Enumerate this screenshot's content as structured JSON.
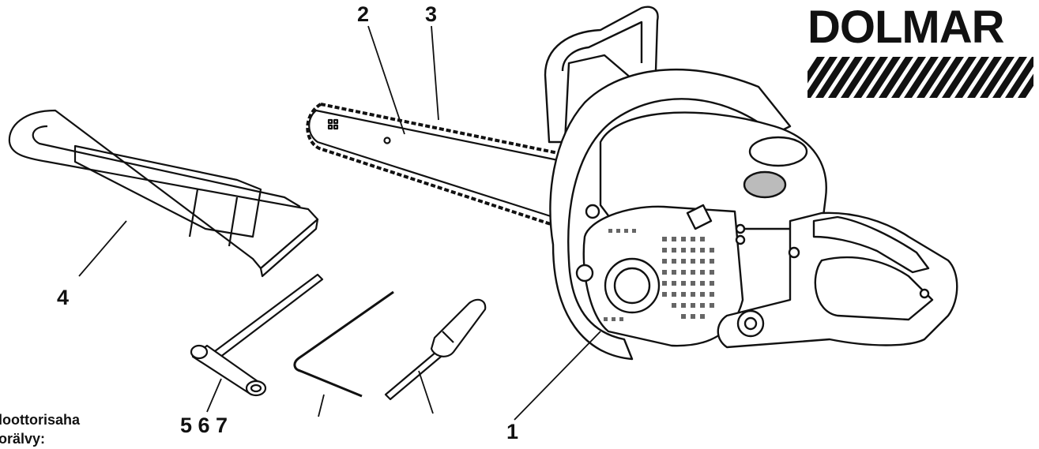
{
  "brand": {
    "name": "DOLMAR",
    "color": "#111111"
  },
  "callouts": {
    "c1": "1",
    "c2": "2",
    "c3": "3",
    "c4": "4",
    "c567": "5 6 7"
  },
  "caption": {
    "line1": "loottorisaha",
    "line2": "orälvy:"
  },
  "illustration": {
    "subject": "chainsaw",
    "accessories": [
      "chain-guard",
      "spark-plug-wrench",
      "hex-key",
      "screwdriver"
    ],
    "line_color": "#111111"
  }
}
